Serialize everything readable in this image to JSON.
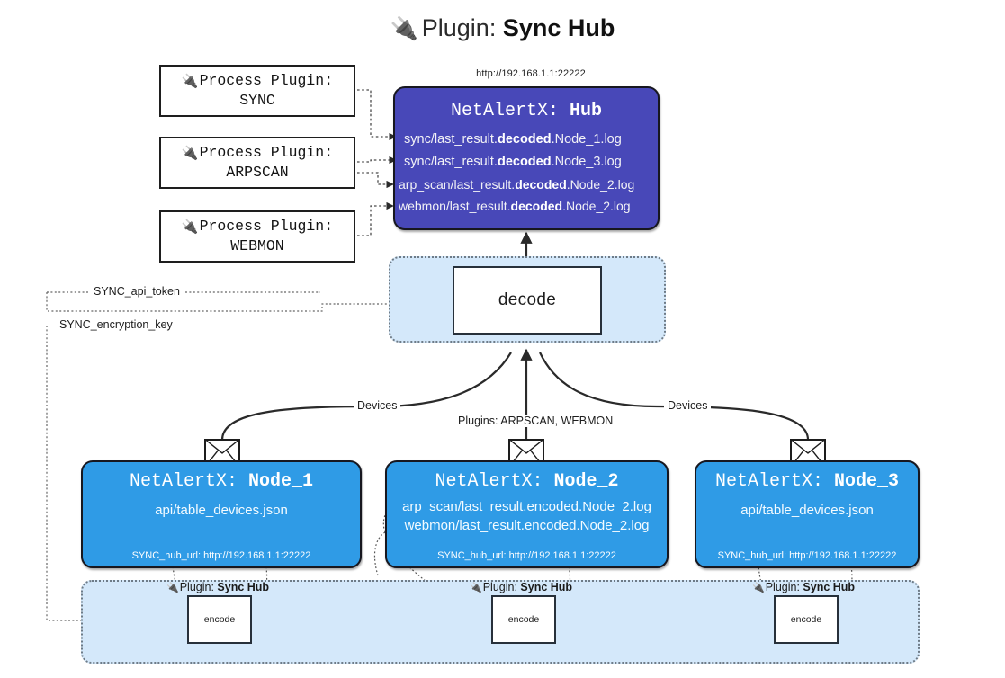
{
  "header": {
    "icon": "plug-icon",
    "prefix": "Plugin:",
    "title": "Sync Hub"
  },
  "process_plugins": [
    {
      "icon": "plug-icon",
      "line1": "Process Plugin:",
      "line2": "SYNC"
    },
    {
      "icon": "plug-icon",
      "line1": "Process Plugin:",
      "line2": "ARPSCAN"
    },
    {
      "icon": "plug-icon",
      "line1": "Process Plugin:",
      "line2": "WEBMON"
    }
  ],
  "hub": {
    "url": "http://192.168.1.1:22222",
    "title_prefix": "NetAlertX:",
    "title_name": "Hub",
    "logs": [
      {
        "pre": "sync/last_result.",
        "mid": "decoded",
        "post": ".Node_1.log"
      },
      {
        "pre": "sync/last_result.",
        "mid": "decoded",
        "post": ".Node_3.log"
      },
      {
        "pre": "arp_scan/last_result.",
        "mid": "decoded",
        "post": ".Node_2.log"
      },
      {
        "pre": "webmon/last_result.",
        "mid": "decoded",
        "post": ".Node_2.log"
      }
    ]
  },
  "decode": {
    "label": "decode"
  },
  "edge_labels": {
    "sync_api_token": "SYNC_api_token",
    "sync_encryption_key": "SYNC_encryption_key",
    "devices_left": "Devices",
    "devices_right": "Devices",
    "plugins_center": "Plugins: ARPSCAN, WEBMON"
  },
  "nodes": [
    {
      "title_prefix": "NetAlertX:",
      "title_name": "Node_1",
      "paths": [
        "api/table_devices.json"
      ],
      "hub_url_label": "SYNC_hub_url: http://192.168.1.1:22222",
      "icon": "envelope-icon"
    },
    {
      "title_prefix": "NetAlertX:",
      "title_name": "Node_2",
      "paths": [
        "arp_scan/last_result.encoded.Node_2.log",
        "webmon/last_result.encoded.Node_2.log"
      ],
      "hub_url_label": "SYNC_hub_url: http://192.168.1.1:22222",
      "icon": "envelope-icon"
    },
    {
      "title_prefix": "NetAlertX:",
      "title_name": "Node_3",
      "paths": [
        "api/table_devices.json"
      ],
      "hub_url_label": "SYNC_hub_url: http://192.168.1.1:22222",
      "icon": "envelope-icon"
    }
  ],
  "plugin_strip": [
    {
      "icon": "plug-icon",
      "prefix": "Plugin:",
      "name": "Sync Hub",
      "box_label": "encode"
    },
    {
      "icon": "plug-icon",
      "prefix": "Plugin:",
      "name": "Sync Hub",
      "box_label": "encode"
    },
    {
      "icon": "plug-icon",
      "prefix": "Plugin:",
      "name": "Sync Hub",
      "box_label": "encode"
    }
  ],
  "colors": {
    "hub_fill": "#4848b8",
    "node_fill": "#2f9be6",
    "container_fill": "#d4e8fa",
    "stroke": "#17171f",
    "background": "#ffffff"
  }
}
